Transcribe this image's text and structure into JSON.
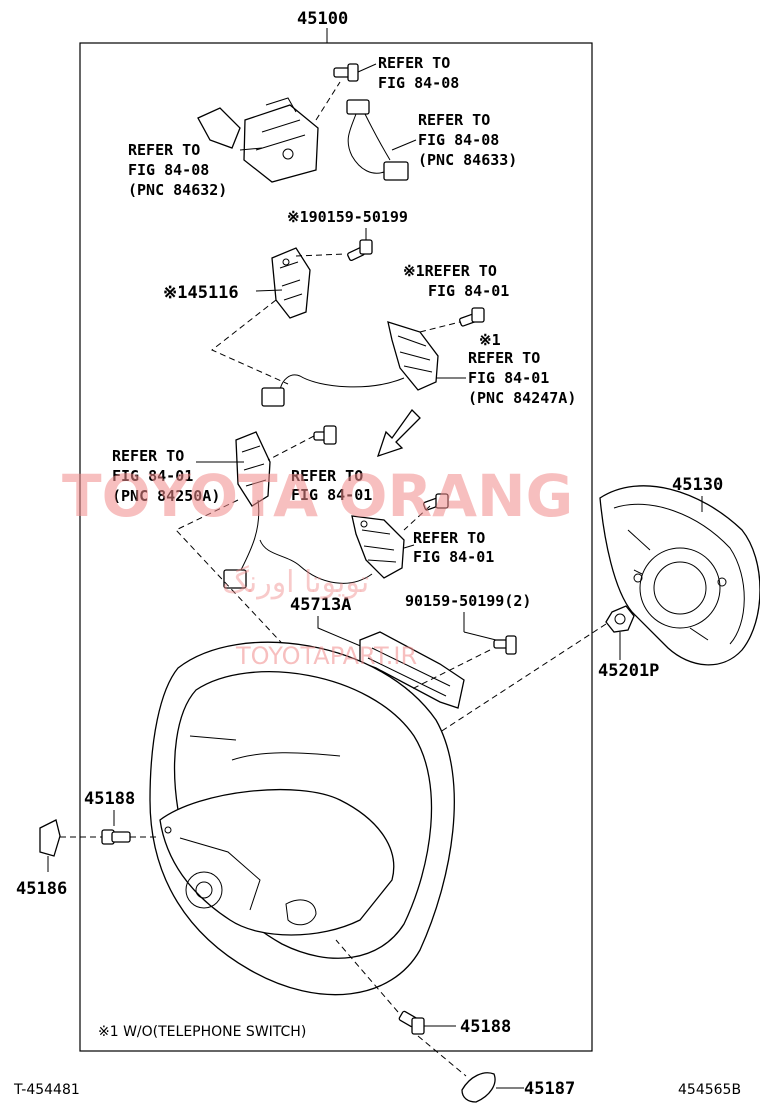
{
  "labels": {
    "assembly": "45100",
    "ref_top_1": [
      "REFER TO",
      "FIG 84-08"
    ],
    "ref_top_2": [
      "REFER TO",
      "FIG 84-08",
      "(PNC 84633)"
    ],
    "ref_left_1": [
      "REFER TO",
      "FIG 84-08",
      "(PNC 84632)"
    ],
    "screw_note": "※190159-50199",
    "part_45116": "※145116",
    "ref_r1": [
      "※1REFER TO",
      "FIG 84-01"
    ],
    "ref_r2": [
      "※1",
      "REFER TO",
      "FIG 84-01",
      "(PNC 84247A)"
    ],
    "ref_l2": [
      "REFER TO",
      "FIG 84-01",
      "(PNC 84250A)"
    ],
    "ref_mid": [
      "REFER TO",
      "FIG 84-01"
    ],
    "ref_mid2": [
      "REFER TO",
      "FIG 84-01"
    ],
    "part_45713a": "45713A",
    "bolt_note": "90159-50199(2)",
    "part_45130": "45130",
    "part_45201p": "45201P",
    "part_45188_a": "45188",
    "part_45186": "45186",
    "part_45188_b": "45188",
    "part_45187": "45187",
    "footnote": "※1 W/O(TELEPHONE SWITCH)",
    "diagram_id_left": "T-454481",
    "diagram_id_right": "454565B"
  },
  "watermark": {
    "brand": "TOYOTA ORANG",
    "persian": "تویوتا اورنگ",
    "site": "TOYOTAPART.IR",
    "color": "#f08a8a"
  }
}
